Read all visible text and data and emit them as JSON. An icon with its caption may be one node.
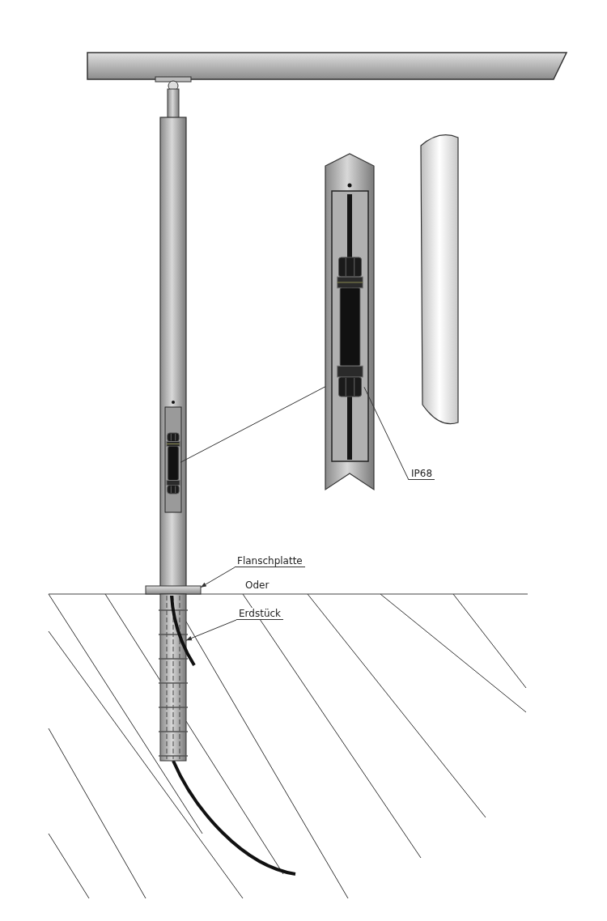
{
  "diagram": {
    "nodes": [
      {
        "text": [],
        "shape": "picture"
      },
      {
        "text": [],
        "shape": "picture",
        "in": 0
      },
      {
        "text": [],
        "shape": "picture"
      },
      {
        "text": [
          "IP68"
        ]
      },
      {
        "text": [
          "Flanschplatte"
        ]
      },
      {
        "text": [],
        "shape": "picture"
      },
      {
        "text": [
          "Erdstück"
        ]
      },
      {
        "text": [],
        "shape": "picture"
      }
    ],
    "edges": [
      {
        "from": 2,
        "to": 0,
        "arrow": "none"
      },
      {
        "from": 3,
        "to": 1,
        "arrow": "none"
      },
      {
        "from": 4,
        "to": 5,
        "arrow": "to"
      },
      {
        "from": 6,
        "to": 7,
        "arrow": "to"
      }
    ],
    "labels": [
      "Oder"
    ]
  }
}
